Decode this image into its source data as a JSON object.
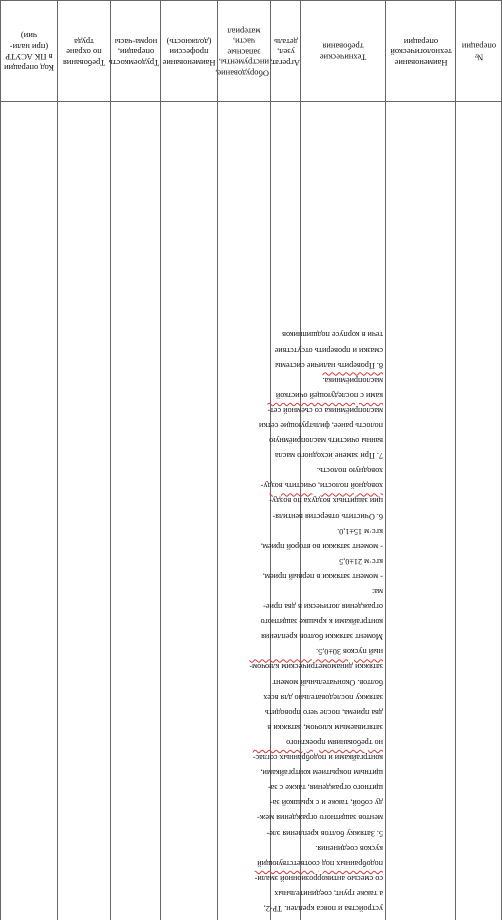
{
  "table": {
    "headers": [
      {
        "key": "op_no",
        "text": "№ операции"
      },
      {
        "key": "op_name",
        "text": "Наименование технологической операции"
      },
      {
        "key": "tech_req",
        "text": "Технические требования"
      },
      {
        "key": "unit",
        "text": "Агрегат, узел, деталь"
      },
      {
        "key": "equipment",
        "text": "Оборудование, инструменты, запасные части, материал"
      },
      {
        "key": "profession",
        "text": "Наименование профессии (должность)"
      },
      {
        "key": "labor",
        "text": "Трудоемкость операции, норма-часы"
      },
      {
        "key": "safety",
        "text": "Требования по охране труда"
      },
      {
        "key": "code",
        "text": "Код операции в ПК АСУТР (при нали-чии)"
      }
    ],
    "tech_req_lines": [
      {
        "text": "устройства и пояса креплен. ТР-2,",
        "err": false
      },
      {
        "text": "а также грунт, соединительных",
        "err": false
      },
      {
        "text": "со смесью антикоррозионной эмали-",
        "err": true
      },
      {
        "text": "подобранных под соответствующий",
        "err": false
      },
      {
        "text": "кусков соединения.",
        "err": false
      },
      {
        "text": "5. Затяжку болтов крепления эле-",
        "err": false
      },
      {
        "text": "ментов защитного ограждения меж-",
        "err": false
      },
      {
        "text": "ду собой, также и с крышкой за-",
        "err": false
      },
      {
        "text": "щитного ограждения, также с за-",
        "err": false
      },
      {
        "text": "щитным покрытием контргайками,",
        "err": false
      },
      {
        "text": "контргайками и подобранных соглас-",
        "err": true
      },
      {
        "text": "но требованиям проектного",
        "err": false
      },
      {
        "text": "затягиваемым ключом, затяжки в",
        "err": false
      },
      {
        "text": "два приема, после чего проводить",
        "err": false
      },
      {
        "text": "затяжку последовательно для всех",
        "err": false
      },
      {
        "text": "болтов. Окончательный момент",
        "err": false
      },
      {
        "text": "затяжки динамометрическим ключом-",
        "err": true
      },
      {
        "text": "ный пусков 30±0,5.",
        "err": false
      },
      {
        "text": "Момент затяжки болтов крепления",
        "err": false
      },
      {
        "text": "контргайками к крышке защитного",
        "err": false
      },
      {
        "text": "ограждения логически в два прие-",
        "err": false
      },
      {
        "text": "ма:",
        "err": false
      },
      {
        "text": "- момент затяжки в первый прием,",
        "err": false
      },
      {
        "text": "кгс·м 21±0,5",
        "err": false
      },
      {
        "text": "- момент затяжки во второй прием,",
        "err": false
      },
      {
        "text": "кгс·м 15±1,0.",
        "err": false
      },
      {
        "text": "6. Очистить отверстия вентиля-",
        "err": false
      },
      {
        "text": "ции защитных воздуха по возду-",
        "err": true
      },
      {
        "text": "ховодной полости, очистить возду-",
        "err": false
      },
      {
        "text": "ховодную полость.",
        "err": false
      },
      {
        "text": "7. При замене исходного масла",
        "err": false
      },
      {
        "text": "ванны очистить маслоприёмную",
        "err": false
      },
      {
        "text": "полость ранее, фильтрующие сетки",
        "err": false
      },
      {
        "text": "маслоприёмника со съемной сет-",
        "err": true
      },
      {
        "text": "ками с последующей очисткой",
        "err": false
      },
      {
        "text": "маслоприёмника.",
        "err": true
      },
      {
        "text": "8. Проверить наличие системы",
        "err": false
      },
      {
        "text": "смазки и проверить отсутствие",
        "err": false
      },
      {
        "text": "течи в корпусе подшипников",
        "err": false
      }
    ]
  }
}
